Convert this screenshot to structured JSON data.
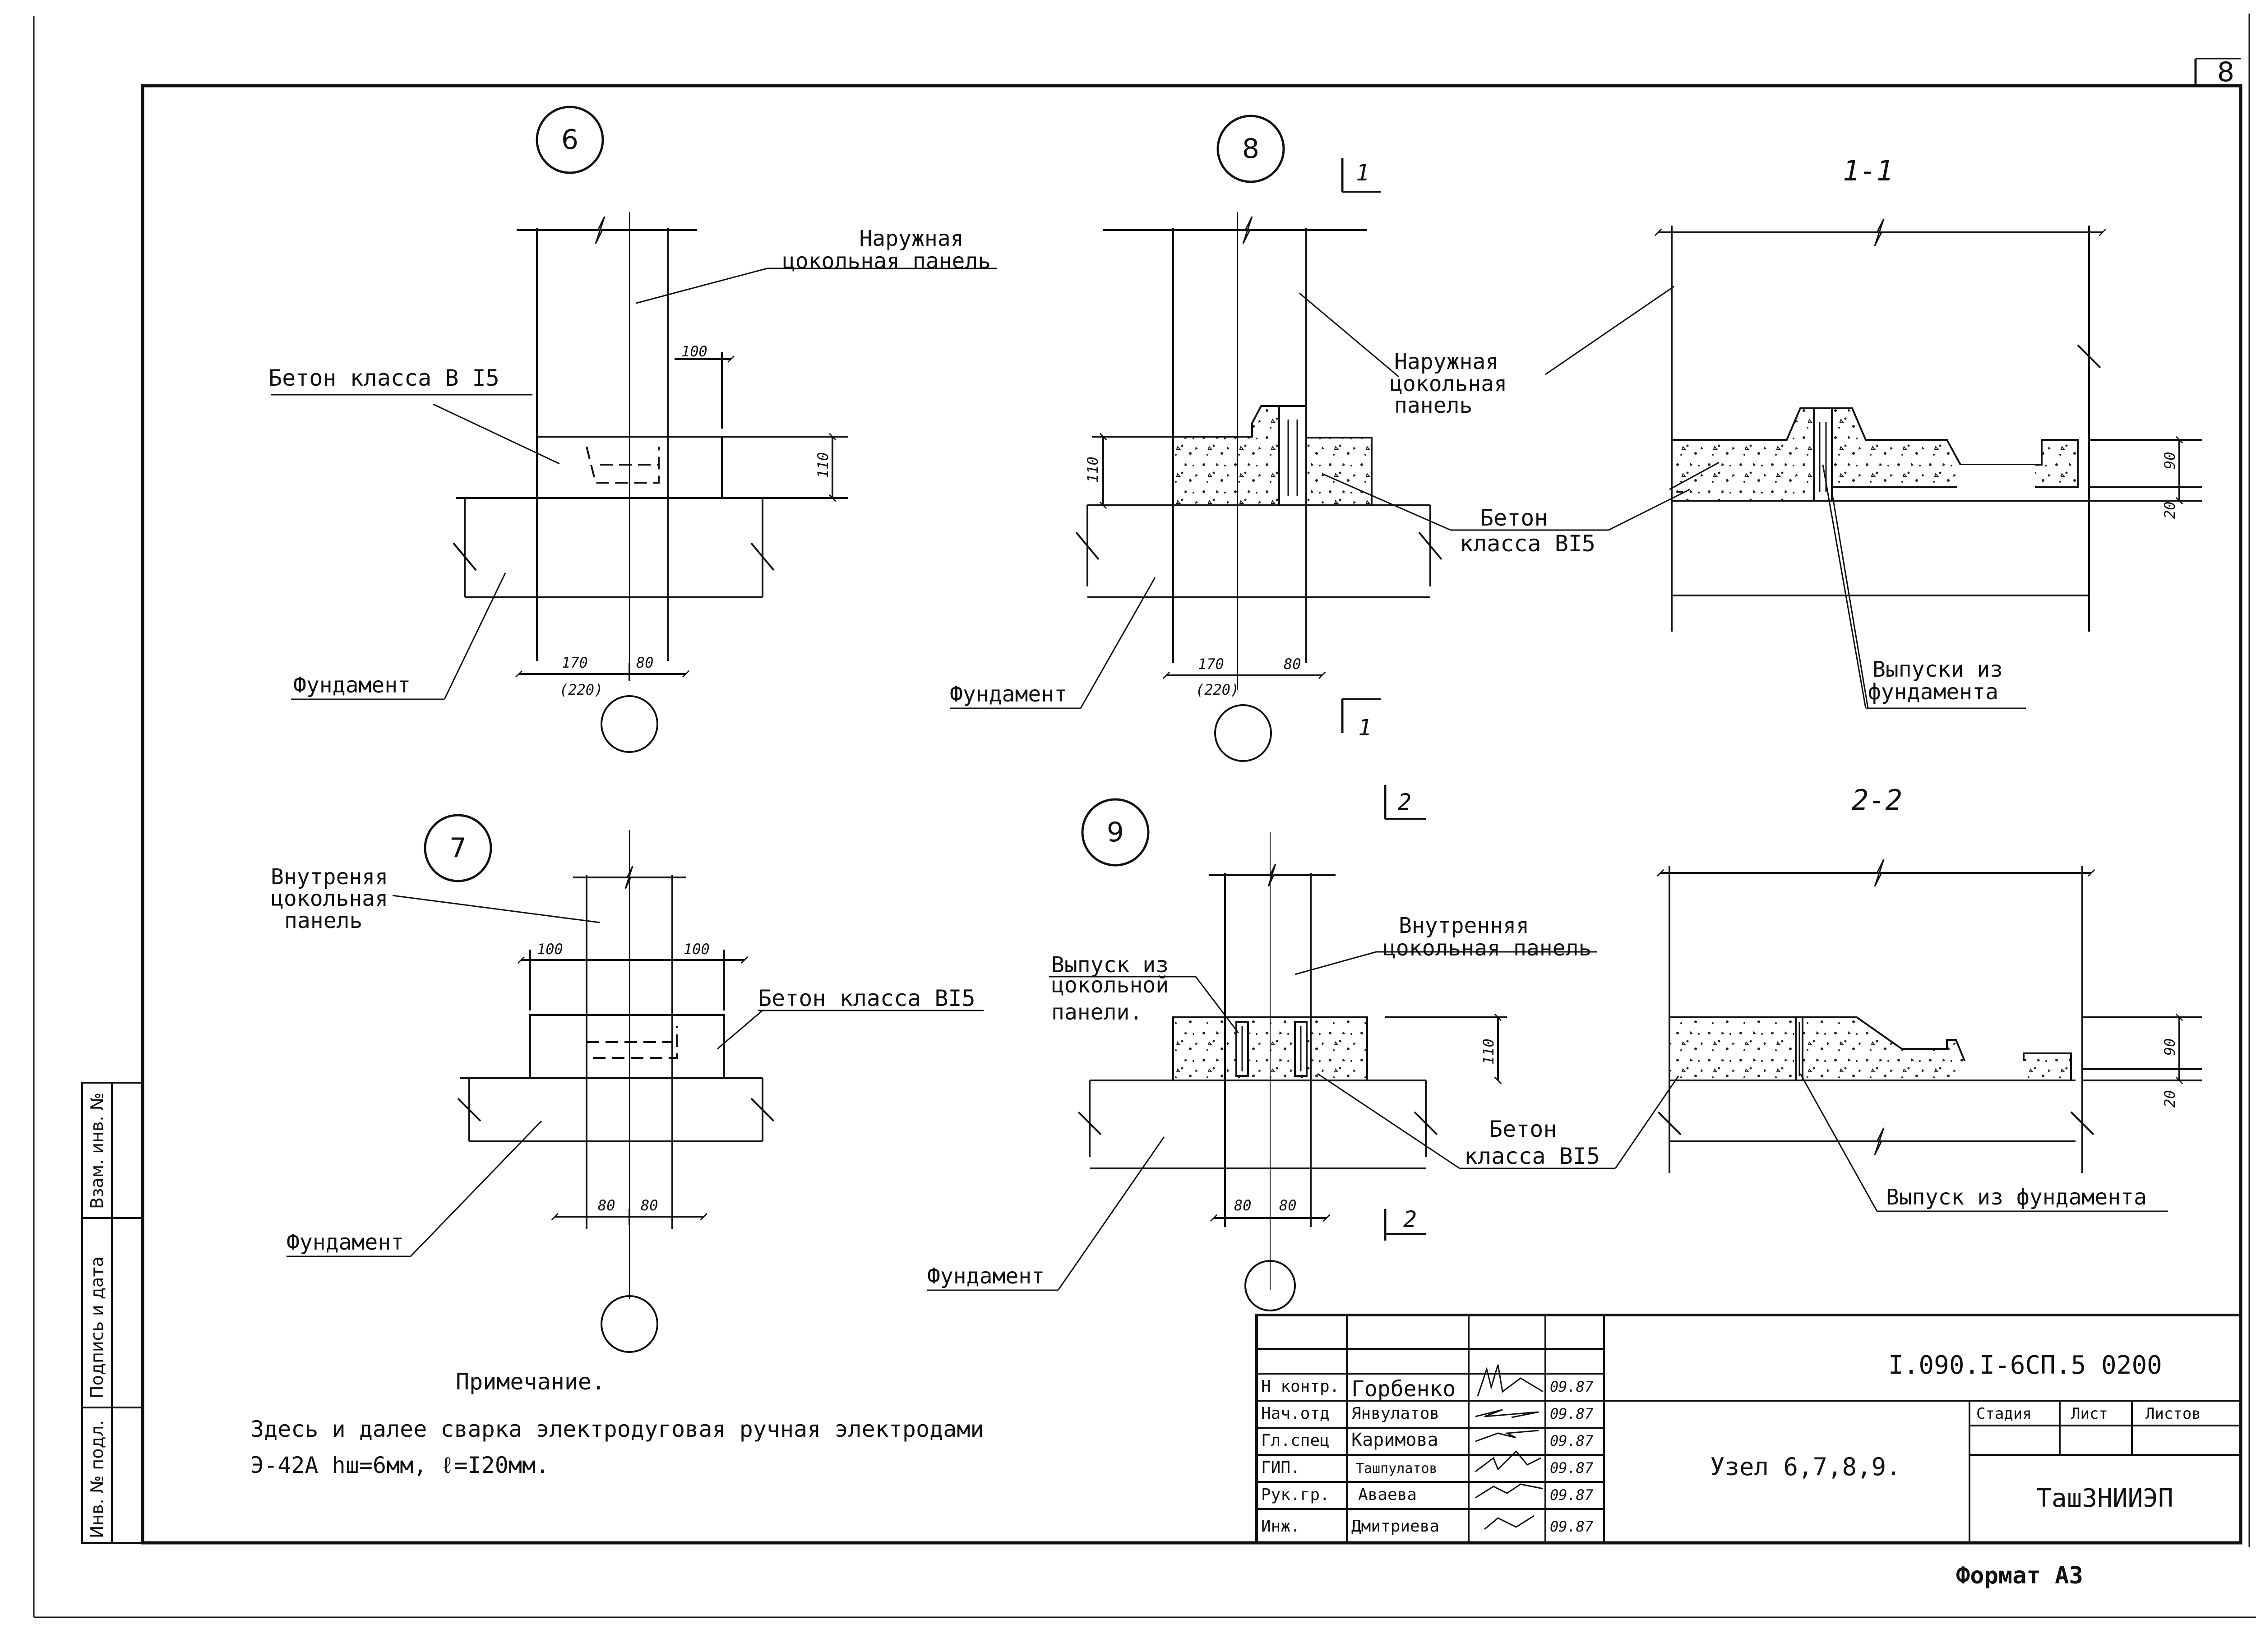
{
  "sheet": {
    "page_number": "8",
    "format_label": "Формат  А3",
    "note_title": "Примечание.",
    "note_line1": "Здесь и далее сварка электродуговая ручная электродами",
    "note_line2": "Э-42А   hш=6мм,   ℓ=I20мм."
  },
  "stamp": {
    "designation": "I.090.I-6СП.5   0200",
    "title": "Узел 6,7,8,9.",
    "organization": "ТашЗНИИЭП",
    "headers": {
      "stage": "Стадия",
      "sheet": "Лист",
      "sheets": "Листов"
    },
    "rows": [
      {
        "role": "Н контр.",
        "name": "Горбенко",
        "date": "09.87"
      },
      {
        "role": "Нач.отд",
        "name": "Янвулатов",
        "date": "09.87"
      },
      {
        "role": "Гл.спец",
        "name": "Каримова",
        "date": "09.87"
      },
      {
        "role": "ГИП.",
        "name": "Ташпулатов",
        "date": "09.87"
      },
      {
        "role": "Рук.гр.",
        "name": "Аваева",
        "date": "09.87"
      },
      {
        "role": "Инж.",
        "name": "Дмитриева",
        "date": "09.87"
      }
    ]
  },
  "left_strip": {
    "inv_no": "Инв. № подл.",
    "sign_date": "Подпись и дата",
    "replace_inv": "Взам. инв. №"
  },
  "node6": {
    "marker": "6",
    "label_panel_1": "Наружная",
    "label_panel_2": "цокольная панель",
    "label_concrete": "Бетон класса В I5",
    "label_foundation": "Фундамент",
    "dim_100": "100",
    "dim_110": "110",
    "dim_170": "170",
    "dim_80": "80",
    "dim_220": "(220)"
  },
  "node7": {
    "marker": "7",
    "label_panel_1": "Внутреняя",
    "label_panel_2": "цокольная",
    "label_panel_3": "панель",
    "label_concrete": "Бетон класса BI5",
    "label_foundation": "Фундамент",
    "dim_100_left": "100",
    "dim_100_right": "100",
    "dim_80_left": "80",
    "dim_80_right": "80"
  },
  "node8": {
    "marker": "8",
    "label_panel_1": "Наружная",
    "label_panel_2": "цокольная",
    "label_panel_3": "панель",
    "label_concrete_1": "Бетон",
    "label_concrete_2": "класса BI5",
    "label_foundation": "Фундамент",
    "dim_110": "110",
    "dim_170": "170",
    "dim_80": "80",
    "dim_220": "(220)",
    "cut_1": "1"
  },
  "node9": {
    "marker": "9",
    "label_release_1": "Выпуск из",
    "label_release_2": "цокольной",
    "label_release_3": "панели.",
    "label_panel_1": "Внутренняя",
    "label_panel_2": "цокольная панель",
    "label_concrete_1": "Бетон",
    "label_concrete_2": "класса BI5",
    "label_foundation": "Фундамент",
    "dim_110": "110",
    "dim_80_left": "80",
    "dim_80_right": "80",
    "cut_2": "2"
  },
  "section11": {
    "title": "1-1",
    "label_releases_1": "Выпуски из",
    "label_releases_2": "фундамента",
    "dim_90": "90",
    "dim_20": "20"
  },
  "section22": {
    "title": "2-2",
    "label_release": "Выпуск из фундамента",
    "dim_90": "90",
    "dim_20": "20"
  }
}
